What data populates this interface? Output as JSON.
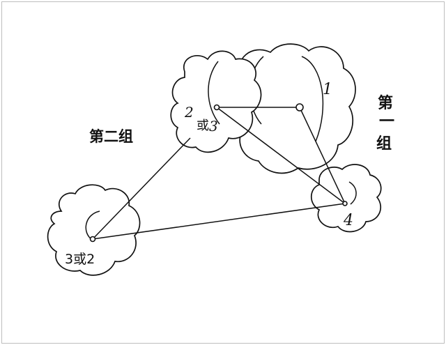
{
  "groups": {
    "second": "第二组",
    "first_top": "第",
    "first_mid": "一",
    "first_bottom": "组"
  },
  "nodes": {
    "node1": "1",
    "node2": "2",
    "node2_alt_char": "或",
    "node2_alt_num": "3",
    "node3": "3或2",
    "node4": "4"
  }
}
